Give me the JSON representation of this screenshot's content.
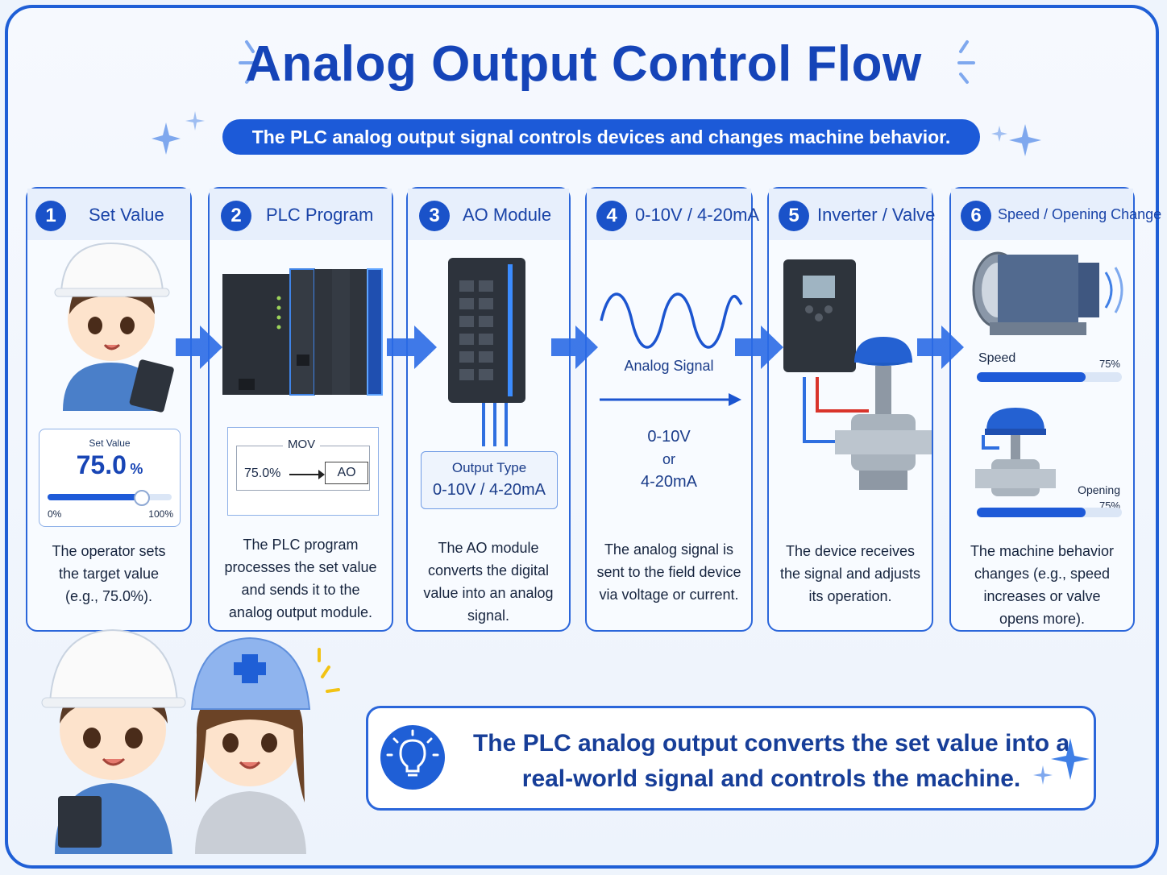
{
  "title": "Analog Output Control Flow",
  "subtitle": "The PLC analog output signal controls devices and changes machine behavior.",
  "colors": {
    "primary": "#1f5fd6",
    "dark": "#1544b8",
    "background": "#eef4fc"
  },
  "steps": [
    {
      "number": "1",
      "title": "Set Value",
      "panel": {
        "label": "Set Value",
        "value": "75.0",
        "unit": "%",
        "slider_fraction": 0.75,
        "min": "0%",
        "max": "100%"
      },
      "description": [
        "The operator sets",
        "the target value",
        "(e.g., 75.0%)."
      ]
    },
    {
      "number": "2",
      "title": "PLC Program",
      "panel": {
        "instruction": "MOV",
        "source": "75.0%",
        "dest": "AO"
      },
      "description": [
        "The PLC program",
        "processes the set value",
        "and sends it to the",
        "analog output module."
      ]
    },
    {
      "number": "3",
      "title": "AO Module",
      "panel": {
        "label": "Output Type",
        "value": "0-10V / 4-20mA"
      },
      "description": [
        "The AO module",
        "converts the digital",
        "value into an analog",
        "signal."
      ]
    },
    {
      "number": "4",
      "title": "0-10V / 4-20mA",
      "panel": {
        "signal_label": "Analog Signal",
        "line1": "0-10V",
        "line2": "or",
        "line3": "4-20mA"
      },
      "description": [
        "The analog signal is",
        "sent to the field device",
        "via voltage or current."
      ]
    },
    {
      "number": "5",
      "title": "Inverter / Valve",
      "description": [
        "The device receives",
        "the signal and adjusts",
        "its operation."
      ]
    },
    {
      "number": "6",
      "title": "Speed / Opening Change",
      "panel": {
        "speed_label": "Speed",
        "speed_value": "75%",
        "speed_fraction": 0.75,
        "opening_label": "Opening",
        "opening_value": "75%",
        "opening_fraction": 0.75
      },
      "description": [
        "The machine behavior",
        "changes (e.g., speed",
        "increases or valve",
        "opens more)."
      ]
    }
  ],
  "tip": {
    "icon": "lightbulb-icon",
    "line1": "The PLC analog output converts the set value into a",
    "line2": "real-world signal and controls the machine."
  }
}
